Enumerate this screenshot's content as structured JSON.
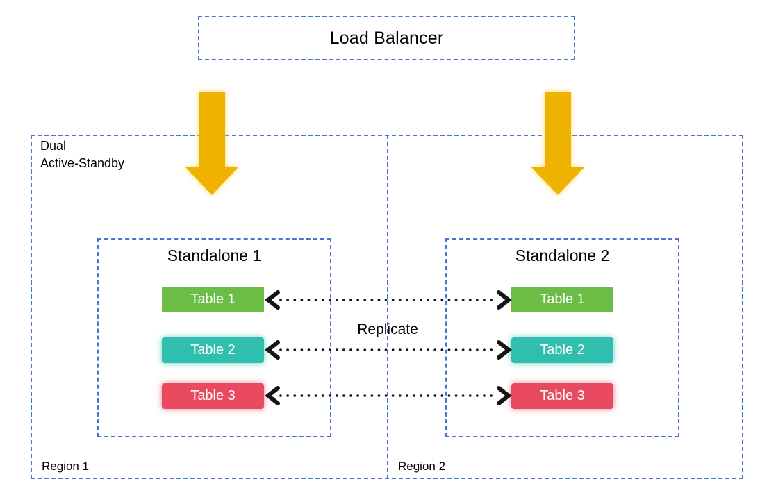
{
  "load_balancer": {
    "label": "Load Balancer"
  },
  "container": {
    "label_line1": "Dual",
    "label_line2": "Active-Standby",
    "region1_label": "Region 1",
    "region2_label": "Region 2"
  },
  "standalone1": {
    "title": "Standalone 1",
    "tables": [
      {
        "label": "Table 1"
      },
      {
        "label": "Table 2"
      },
      {
        "label": "Table 3"
      }
    ]
  },
  "standalone2": {
    "title": "Standalone 2",
    "tables": [
      {
        "label": "Table 1"
      },
      {
        "label": "Table 2"
      },
      {
        "label": "Table 3"
      }
    ]
  },
  "replicate_label": "Replicate",
  "colors": {
    "dashed_border_blue": "#4876cd",
    "arrow_gold": "#f0b200",
    "table1_green": "#6cbd45",
    "table2_teal": "#30bfae",
    "table3_red": "#ea4a5f",
    "connector_black": "#141414",
    "text_black": "#000000",
    "chip_text_white": "#ffffff"
  }
}
